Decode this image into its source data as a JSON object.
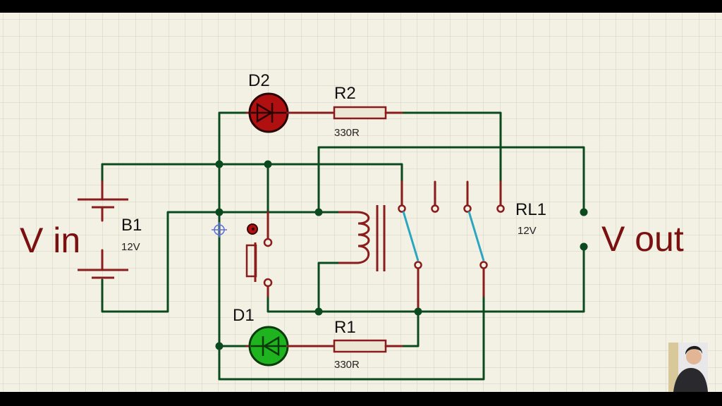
{
  "labels": {
    "vin": "V in",
    "vout": "V out"
  },
  "components": {
    "b1": {
      "ref": "B1",
      "value": "12V"
    },
    "rl1": {
      "ref": "RL1",
      "value": "12V"
    },
    "d1": {
      "ref": "D1",
      "color": "#1fb41f"
    },
    "d2": {
      "ref": "D2",
      "color": "#b01010"
    },
    "r1": {
      "ref": "R1",
      "value": "330R"
    },
    "r2": {
      "ref": "R2",
      "value": "330R"
    }
  },
  "colors": {
    "background": "#f3f0e4",
    "grid": "#d3d0c4",
    "wire": "#0b4a1e",
    "component": "#8a1c1c",
    "switch_contact": "#2aa6c0"
  }
}
